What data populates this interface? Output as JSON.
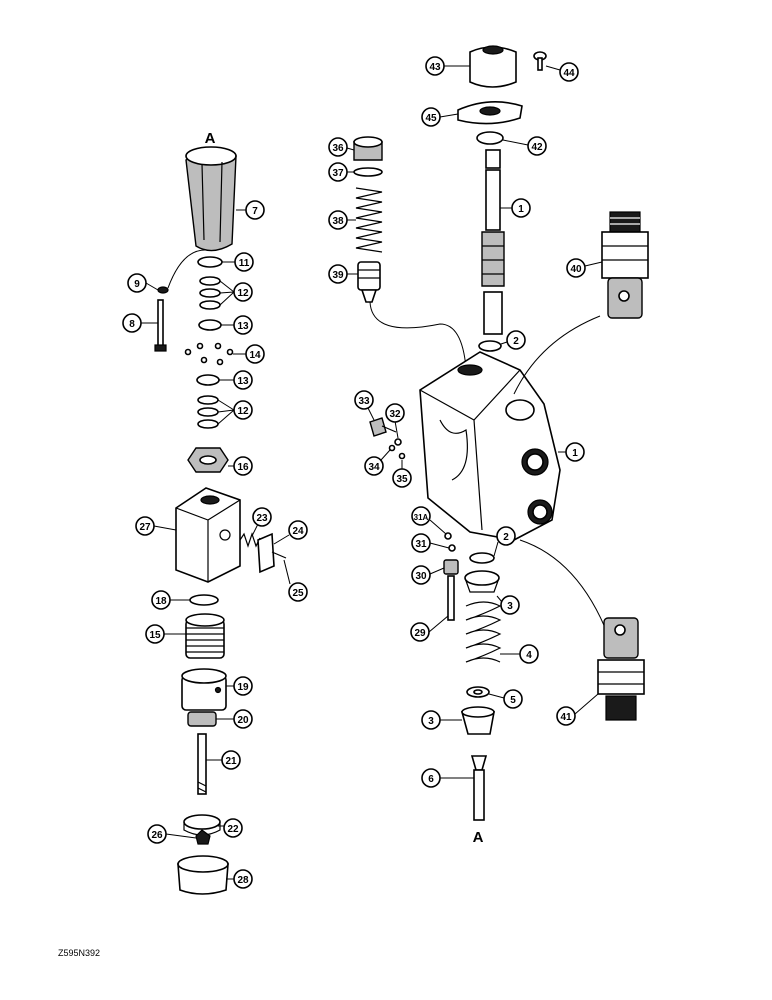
{
  "diagram": {
    "drawing_code": "Z595N392",
    "section_letters": [
      "A",
      "A"
    ],
    "callouts": [
      "1",
      "1",
      "2",
      "2",
      "3",
      "3",
      "4",
      "5",
      "6",
      "7",
      "8",
      "9",
      "11",
      "12",
      "12",
      "13",
      "13",
      "14",
      "15",
      "16",
      "18",
      "19",
      "20",
      "21",
      "22",
      "23",
      "24",
      "25",
      "26",
      "27",
      "28",
      "29",
      "30",
      "31",
      "31A",
      "32",
      "33",
      "34",
      "35",
      "36",
      "37",
      "38",
      "39",
      "40",
      "41",
      "42",
      "43",
      "44",
      "45"
    ],
    "colors": {
      "ink": "#000000",
      "paper": "#ffffff",
      "shade": "#bdbdbd"
    }
  }
}
